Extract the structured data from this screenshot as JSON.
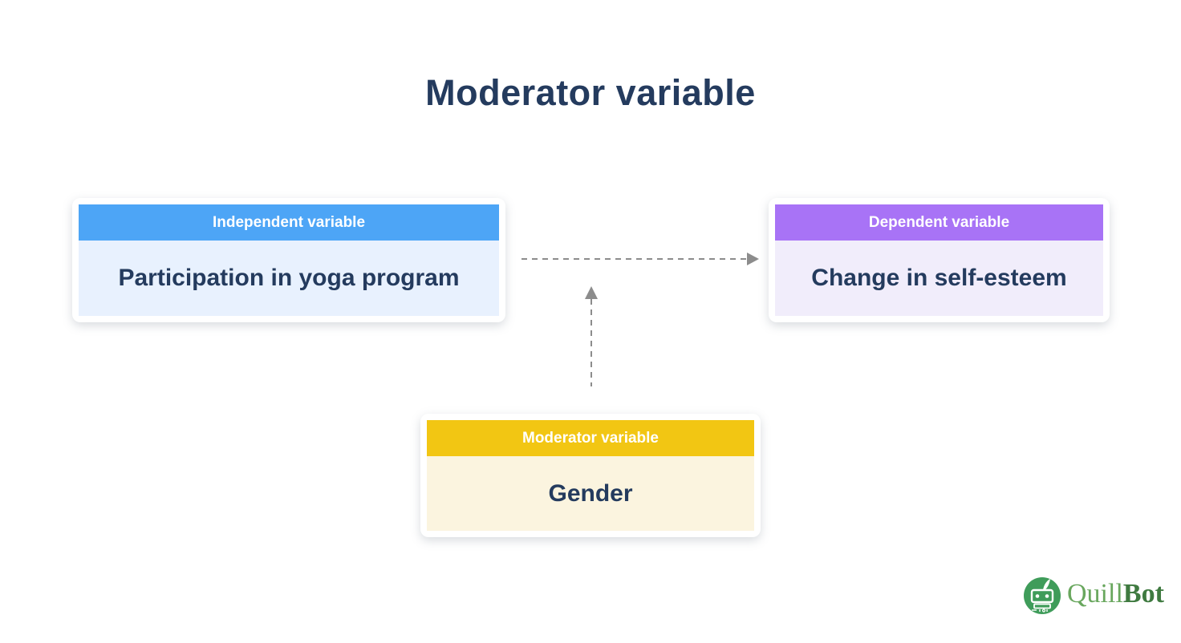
{
  "title": "Moderator variable",
  "boxes": {
    "independent": {
      "label": "Independent variable",
      "value": "Participation in yoga program"
    },
    "dependent": {
      "label": "Dependent variable",
      "value": "Change in self-esteem"
    },
    "moderator": {
      "label": "Moderator variable",
      "value": "Gender"
    }
  },
  "arrows": {
    "independent_to_dependent": "dashed-right-arrow",
    "moderator_to_relationship": "dashed-up-arrow"
  },
  "logo": {
    "name": "QuillBot",
    "part1": "Quill",
    "part2": "Bot",
    "icon": "quillbot-robot-icon"
  },
  "colors": {
    "navy": "#243B5E",
    "blue-header": "#4DA5F6",
    "blue-body": "#E8F1FE",
    "purple-header": "#A873F6",
    "purple-body": "#F1EDFB",
    "yellow-header": "#F2C613",
    "yellow-body": "#FBF4DF",
    "arrow": "#8C8C8C",
    "logo-green-light": "#69A75E",
    "logo-green-dark": "#3F7A40",
    "logo-circle": "#3F9C5A",
    "white": "#FFFFFF"
  }
}
